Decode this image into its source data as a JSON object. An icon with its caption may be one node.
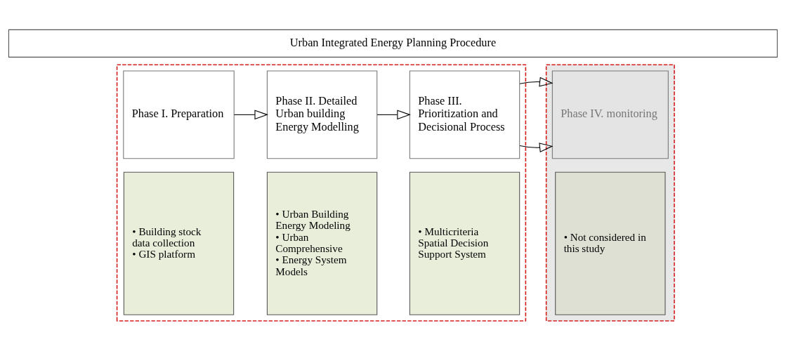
{
  "diagram": {
    "nodes": [
      {
        "text": [
          "Urban Integrated Energy Planning Procedure"
        ]
      },
      {
        "text": [],
        "shape": "box"
      },
      {
        "text": [
          "Phase I. Preparation"
        ],
        "in": 1
      },
      {
        "text": [
          "• Building stock data collection",
          "• GIS platform"
        ],
        "in": 1
      },
      {
        "text": [
          "Phase II. Detailed Urban building Energy Modelling"
        ],
        "in": 1
      },
      {
        "text": [
          "• Urban Building Energy Modeling",
          "• Urban Comprehensive",
          "• Energy System Models"
        ],
        "in": 1
      },
      {
        "text": [
          "Phase III. Prioritization and Decisional Process"
        ],
        "in": 1
      },
      {
        "text": [
          "• Multicriteria Spatial Decision Support System"
        ],
        "in": 1
      },
      {
        "text": [],
        "shape": "box"
      },
      {
        "text": [
          "Phase IV. monitoring"
        ],
        "in": 8
      },
      {
        "text": [
          "• Not considered in this study"
        ],
        "in": 8
      }
    ],
    "edges": [
      {
        "from": 2,
        "to": 4,
        "arrow": "to"
      },
      {
        "from": 4,
        "to": 6,
        "arrow": "to"
      },
      {
        "from": 6,
        "to": 9,
        "arrow": "to"
      }
    ]
  }
}
